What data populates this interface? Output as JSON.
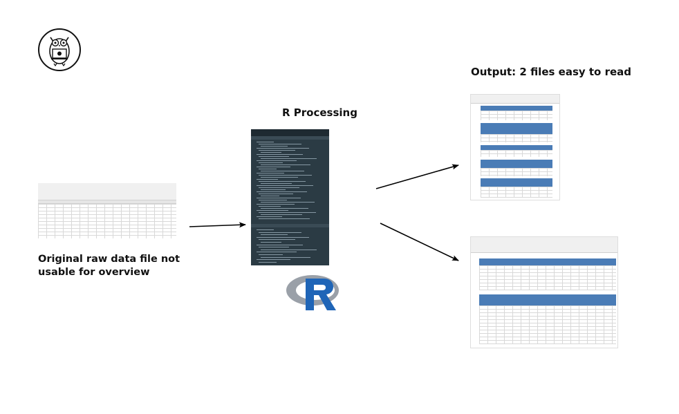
{
  "labels": {
    "r_processing": "R Processing",
    "output": "Output: 2 files easy to read",
    "raw_data": "Original raw data file not usable for overview"
  },
  "icons": {
    "owl": "owl-laptop-logo-icon",
    "r": "r-logo-icon"
  },
  "colors": {
    "table_header_blue": "#4a7cb6",
    "rstudio_bg": "#2b3b44",
    "r_blue": "#1f65b7",
    "r_gray": "#9aa0a8"
  }
}
